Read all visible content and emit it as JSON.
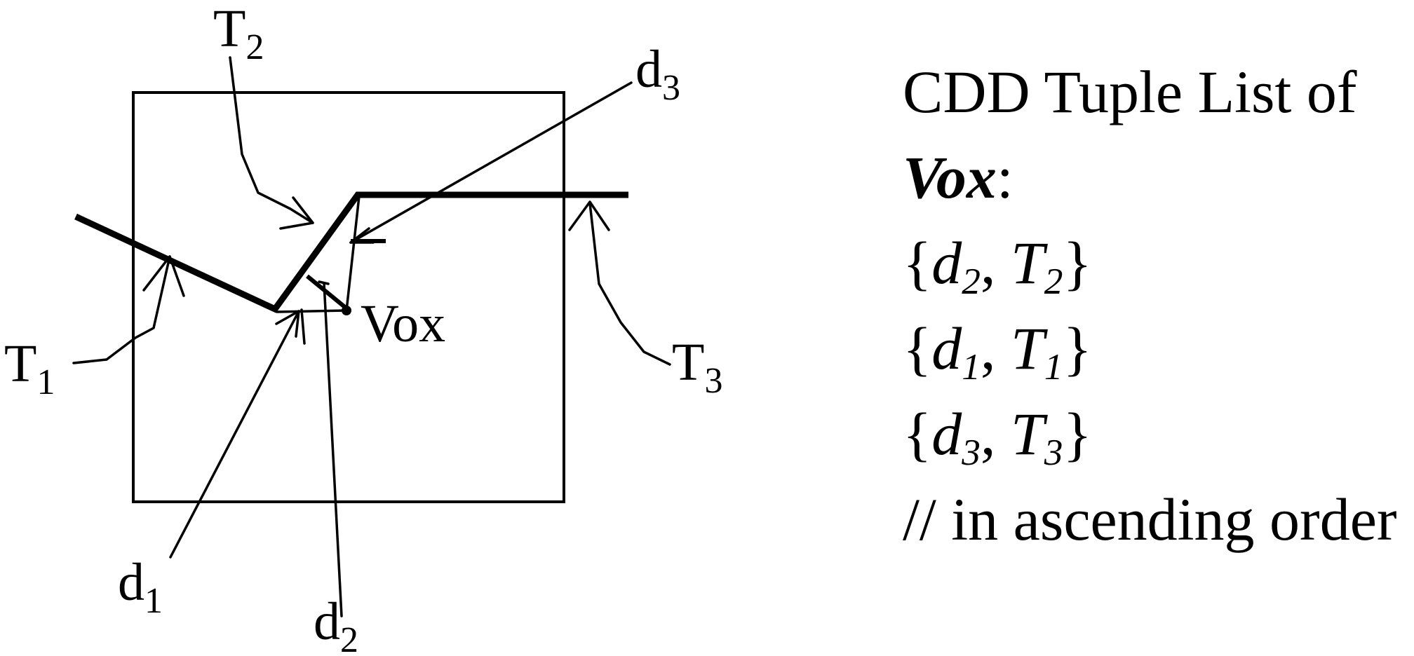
{
  "diagram": {
    "labels": {
      "T1": {
        "base": "T",
        "sub": "1"
      },
      "T2": {
        "base": "T",
        "sub": "2"
      },
      "T3": {
        "base": "T",
        "sub": "3"
      },
      "d1": {
        "base": "d",
        "sub": "1"
      },
      "d2": {
        "base": "d",
        "sub": "2"
      },
      "d3": {
        "base": "d",
        "sub": "3"
      },
      "vox": "Vox"
    }
  },
  "panel": {
    "heading": "CDD Tuple List of",
    "name": "Vox",
    "name_suffix": ":",
    "tuples": [
      {
        "d": "d",
        "d_sub": "2",
        "t": "T",
        "t_sub": "2"
      },
      {
        "d": "d",
        "d_sub": "1",
        "t": "T",
        "t_sub": "1"
      },
      {
        "d": "d",
        "d_sub": "3",
        "t": "T",
        "t_sub": "3"
      }
    ],
    "comment": "// in ascending order",
    "open_brace": "{",
    "comma": ", ",
    "close_brace": "}"
  }
}
